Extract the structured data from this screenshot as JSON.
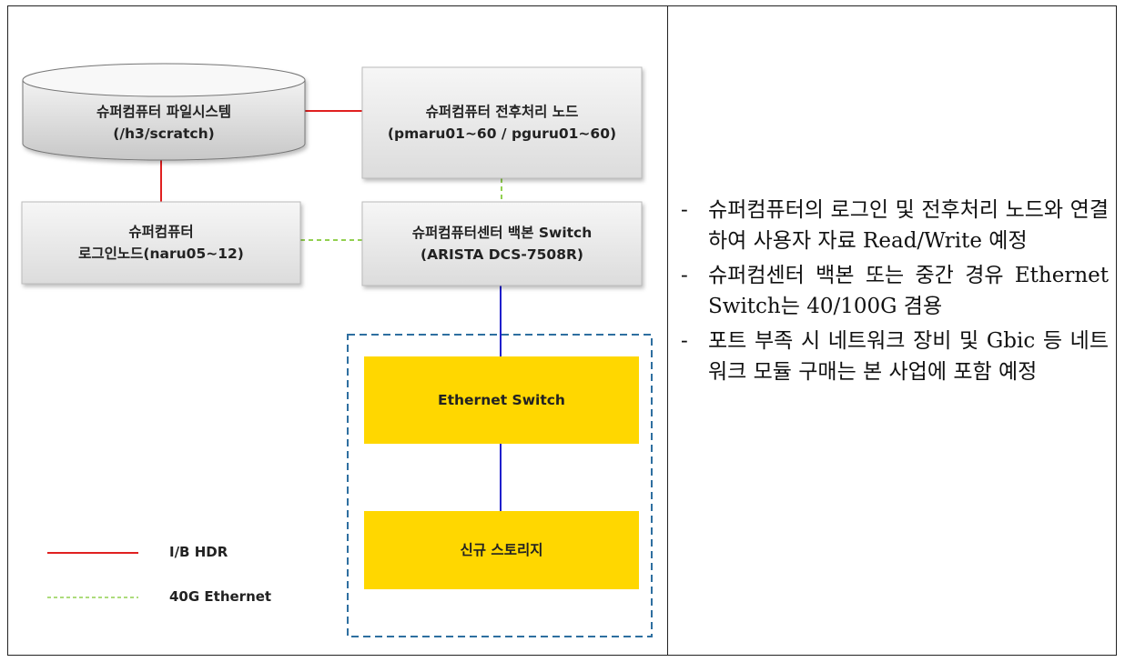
{
  "diagram": {
    "nodes": {
      "filesystem": {
        "line1": "슈퍼컴퓨터 파일시스템",
        "line2": "(/h3/scratch)"
      },
      "prepost": {
        "line1": "슈퍼컴퓨터 전후처리 노드",
        "line2": "(pmaru01~60 / pguru01~60)"
      },
      "login": {
        "line1": "슈퍼컴퓨터",
        "line2": "로그인노드(naru05~12)"
      },
      "backbone": {
        "line1": "슈퍼컴퓨터센터 백본 Switch",
        "line2": "(ARISTA DCS-7508R)"
      },
      "ethernet_switch": {
        "line1": "Ethernet Switch"
      },
      "new_storage": {
        "line1": "신규 스토리지"
      }
    },
    "legend": {
      "ib": {
        "label": "I/B HDR",
        "color": "#e02020"
      },
      "eth40": {
        "label": "40G Ethernet",
        "color": "#92d050"
      }
    },
    "colors": {
      "yellow_box": "#ffd700",
      "blue_link": "#1f1fcc",
      "dashed_group": "#2e6fa0",
      "box_fill": "#e8e8e8"
    }
  },
  "notes": [
    "슈퍼컴퓨터의 로그인 및 전후처리 노드와 연결하여 사용자 자료 Read/Write 예정",
    "슈퍼컴센터 백본 또는 중간 경유 Ethernet Switch는 40/100G 겸용",
    "포트 부족 시 네트워크 장비 및 Gbic 등 네트워크 모듈 구매는 본 사업에 포함 예정"
  ]
}
